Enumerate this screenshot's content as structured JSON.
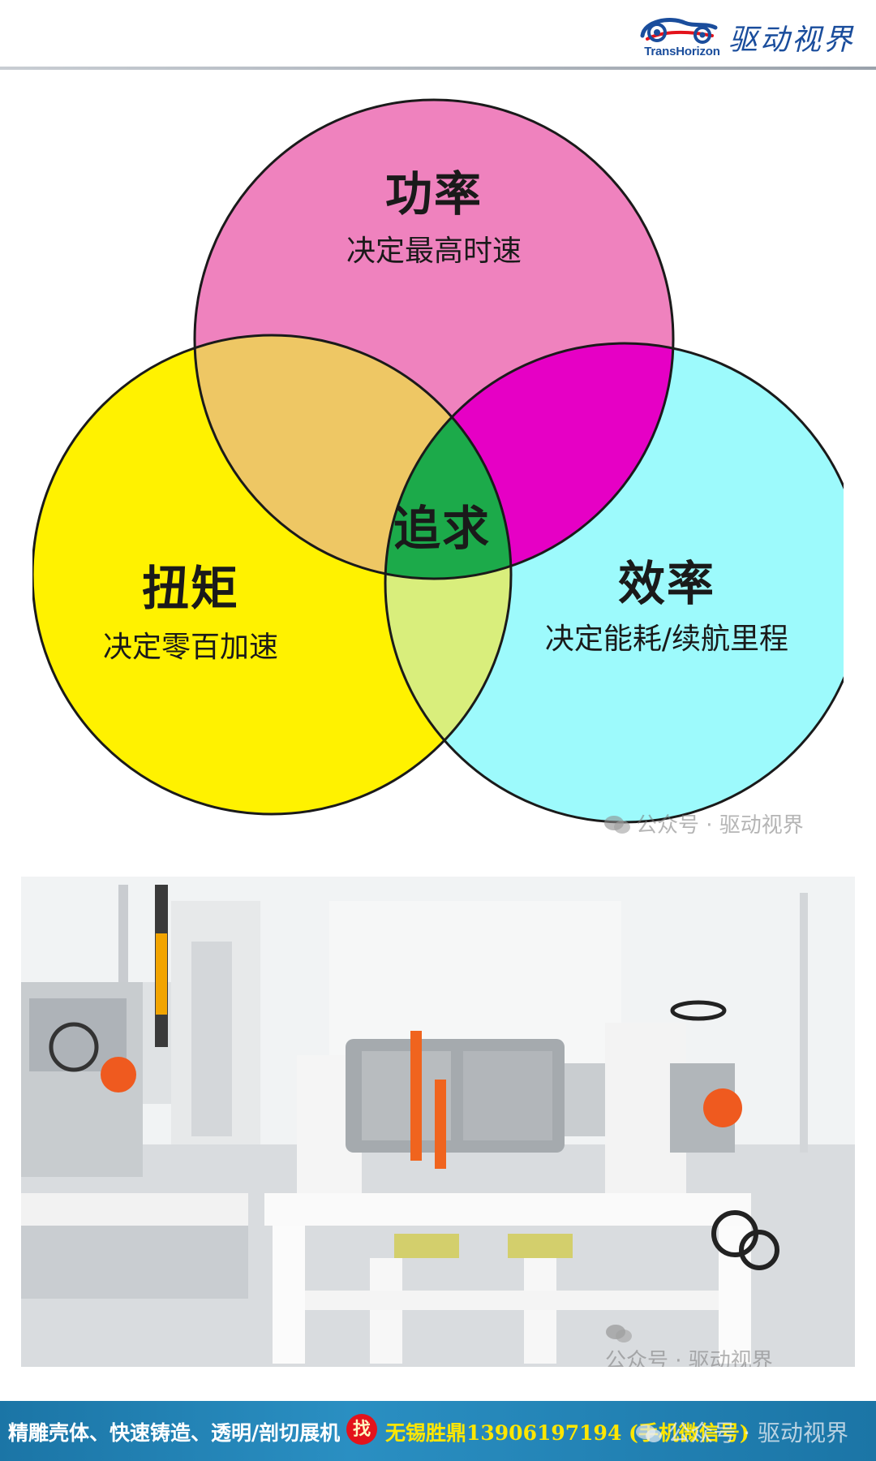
{
  "header": {
    "logo_en": "TransHorizon",
    "logo_cn": "驱动视界"
  },
  "venn": {
    "power_title": "功率",
    "power_sub": "决定最高时速",
    "torque_title": "扭矩",
    "torque_sub": "决定零百加速",
    "efficiency_title": "效率",
    "efficiency_sub": "决定能耗/续航里程",
    "center": "追求",
    "colors": {
      "power": "#ef82be",
      "torque": "#fff200",
      "efficiency": "#9dfafc",
      "power_torque": "#eec764",
      "power_efficiency": "#e600c5",
      "torque_efficiency": "#d9ee7c",
      "center": "#1caa4a"
    }
  },
  "watermarks": {
    "venn": "公众号 · 驱动视界",
    "photo": "公众号 · 驱动视界",
    "banner": "公众号 · 驱动视界"
  },
  "banner": {
    "left_text": "精雕壳体、快速铸造、透明/剖切展机",
    "badge": "找",
    "right_text": "无锡胜鼎13906197194 (手机微信号)"
  }
}
